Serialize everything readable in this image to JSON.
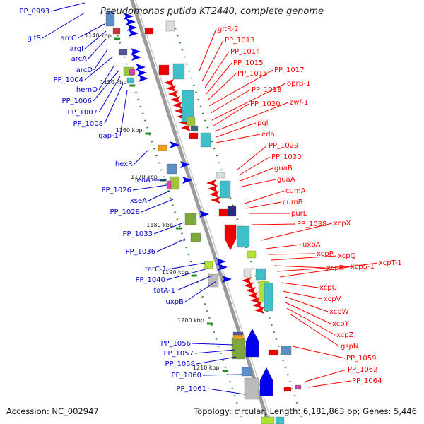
{
  "title": "Pseudomonas putida KT2440, complete genome",
  "footer": {
    "accession": "Accession: NC_002947",
    "summary": "Topology: circular; Length: 6,181,863 bp; Genes: 5,446"
  },
  "colors": {
    "left_labels": "#0000cc",
    "right_labels": "#ff0000",
    "backbone": "#9a9a9a",
    "ticks": "#228b22"
  },
  "ticks": [
    "1140 kbp",
    "1150 kbp",
    "1160 kbp",
    "1170 kbp",
    "1180 kbp",
    "1190 kbp",
    "1200 kbp",
    "1210 kbp"
  ],
  "left_labels": [
    "PP_0993",
    "gltS",
    "arcC",
    "argI",
    "arcA",
    "arcD",
    "PP_1004",
    "hemO",
    "PP_1006",
    "PP_1007",
    "PP_1008",
    "gap-1",
    "hexR",
    "leuA",
    "PP_1026",
    "xseA",
    "PP_1028",
    "PP_1033",
    "PP_1036",
    "tatC-1",
    "PP_1040",
    "tatA-1",
    "uxpB",
    "PP_1056",
    "PP_1057",
    "PP_1058",
    "PP_1060",
    "PP_1061"
  ],
  "right_labels": [
    "gltR-2",
    "PP_1013",
    "PP_1014",
    "PP_1015",
    "PP_1016",
    "PP_1017",
    "PP_1018",
    "oprB-1",
    "PP_1020",
    "zwf-1",
    "pgl",
    "eda",
    "PP_1029",
    "PP_1030",
    "guaB",
    "guaA",
    "cumA",
    "cumB",
    "purL",
    "PP_1038",
    "xcpX",
    "uxpA",
    "xcpP",
    "xcpQ",
    "xcpR",
    "xcpS-1",
    "xcpT-1",
    "xcpU",
    "xcpV",
    "xcpW",
    "xcpY",
    "xcpZ",
    "gspN",
    "PP_1059",
    "PP_1062",
    "PP_1064"
  ]
}
